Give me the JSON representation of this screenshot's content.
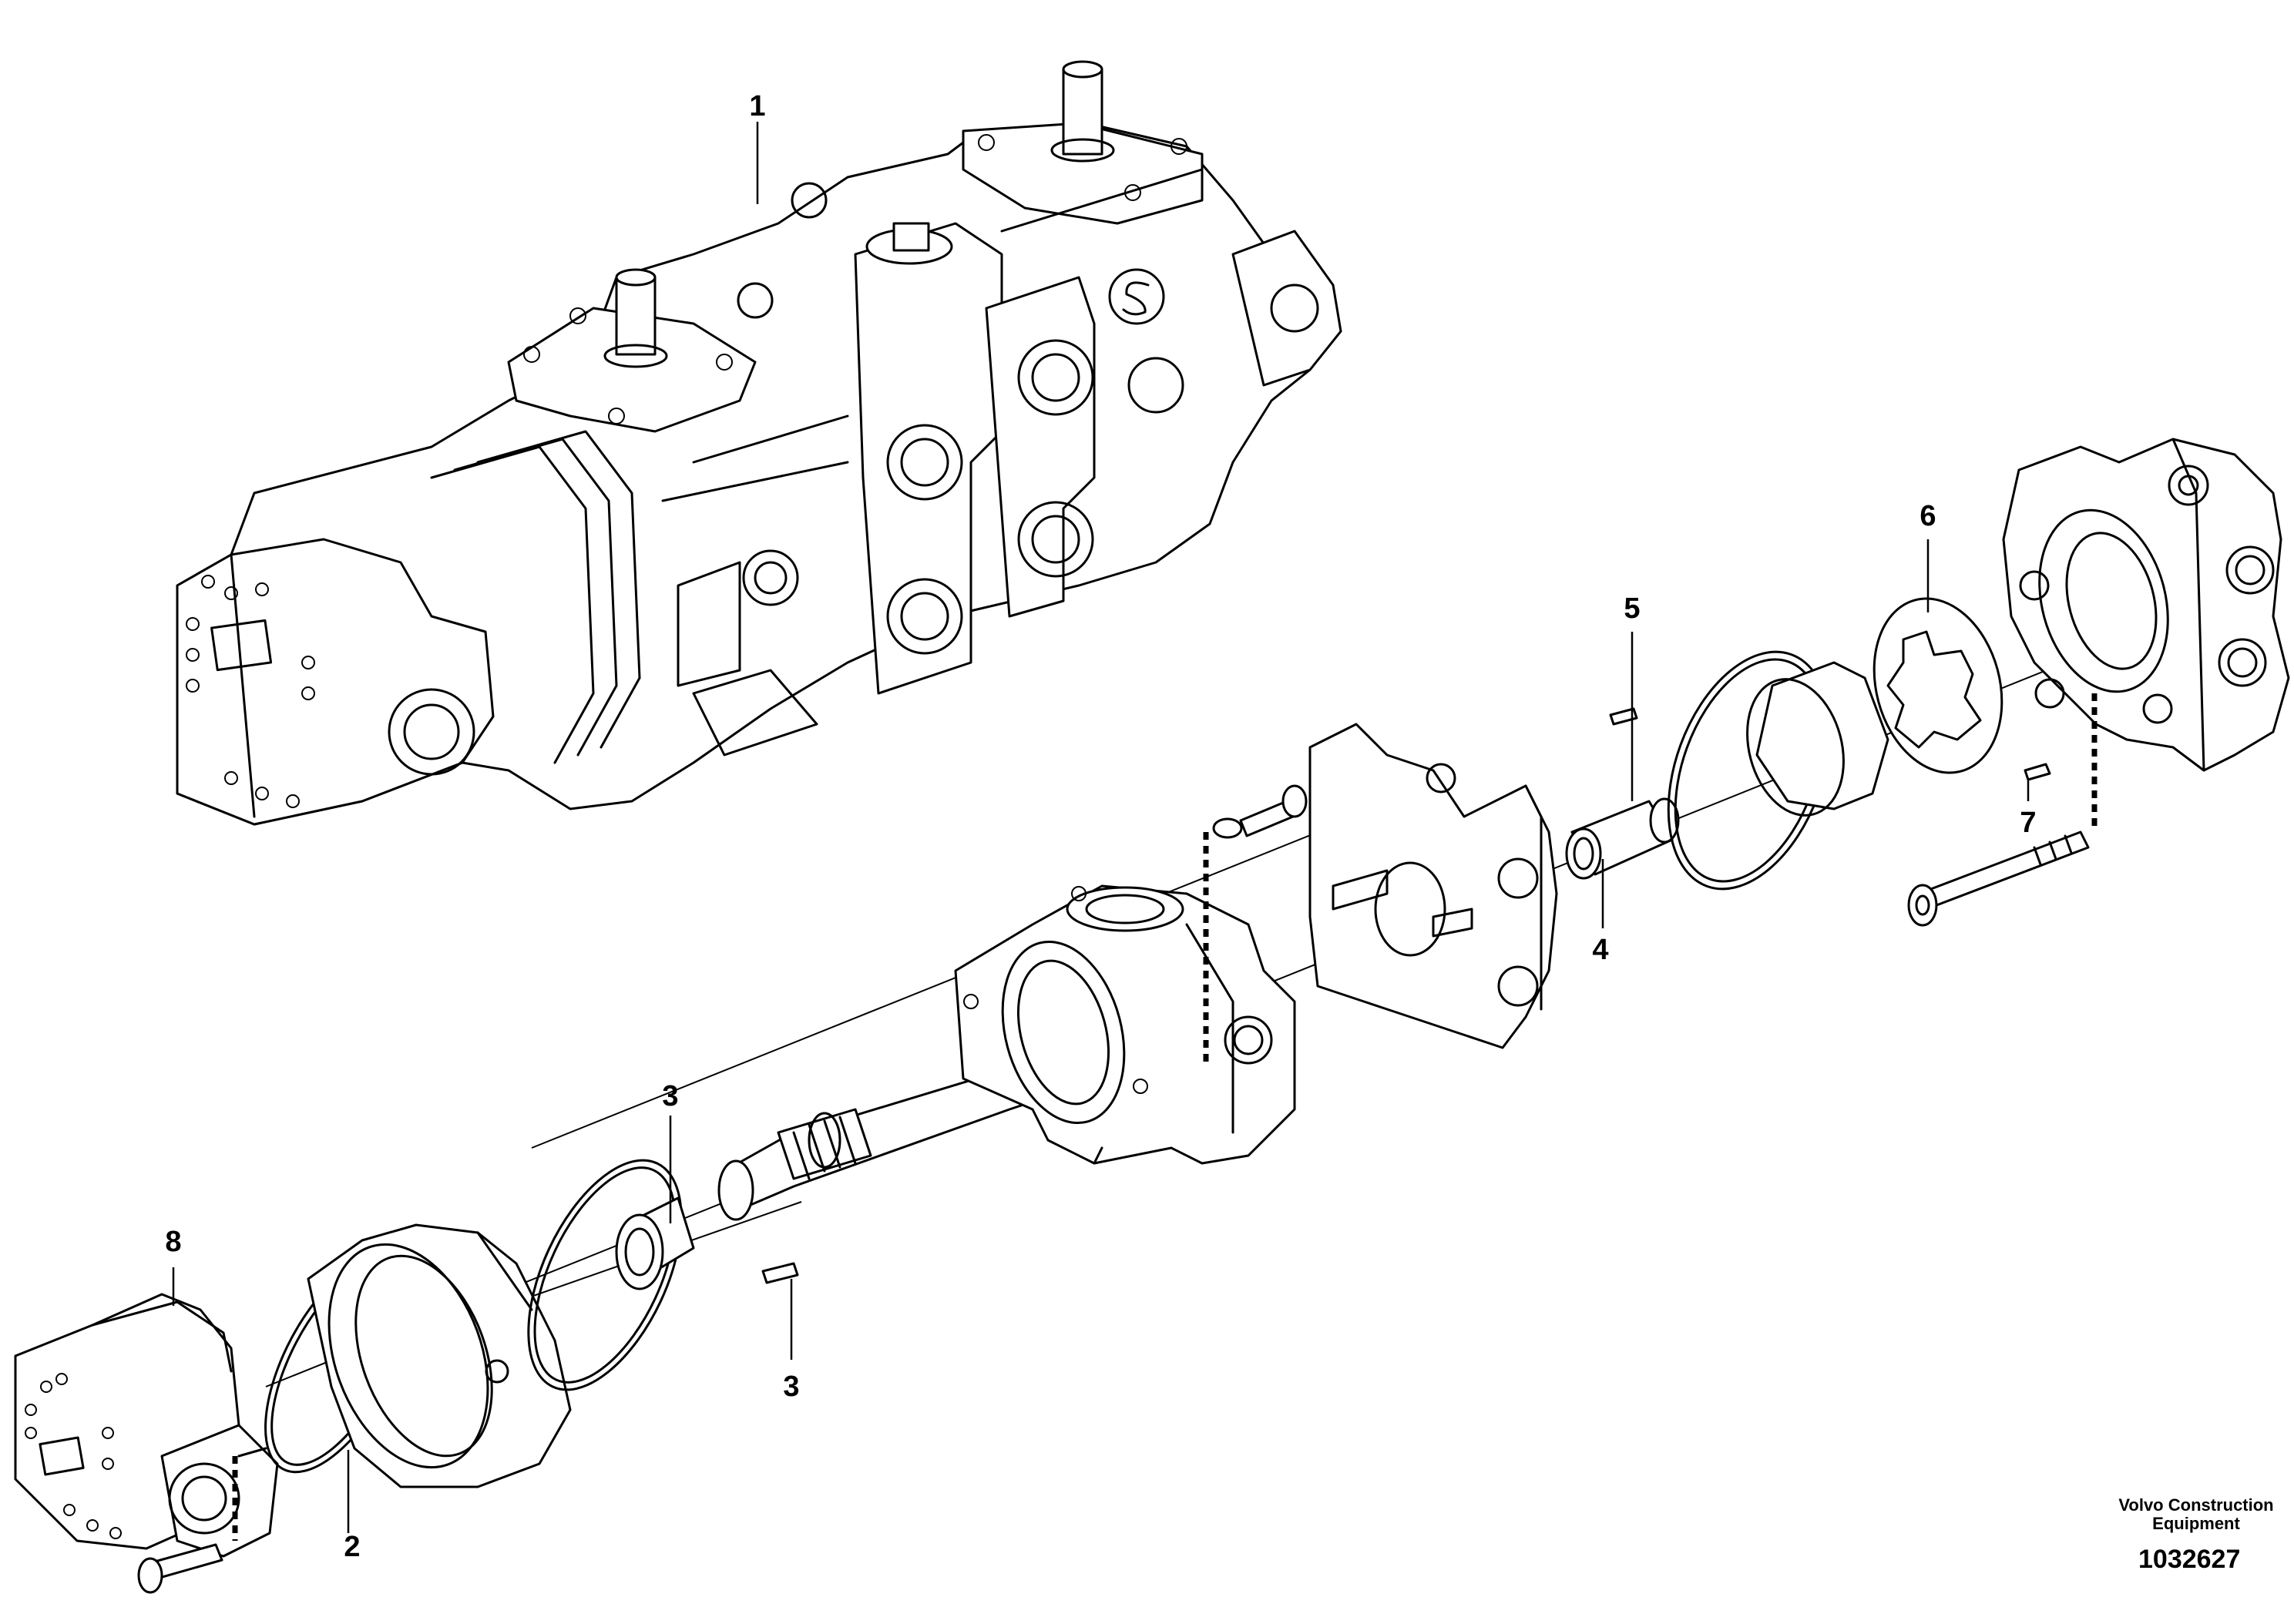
{
  "callouts": {
    "c1": "1",
    "c2": "2",
    "c3a": "3",
    "c3b": "3",
    "c4": "4",
    "c5": "5",
    "c6": "6",
    "c7": "7",
    "c8": "8"
  },
  "brand": {
    "line1": "Volvo Construction",
    "line2": "Equipment"
  },
  "document_number": "1032627"
}
